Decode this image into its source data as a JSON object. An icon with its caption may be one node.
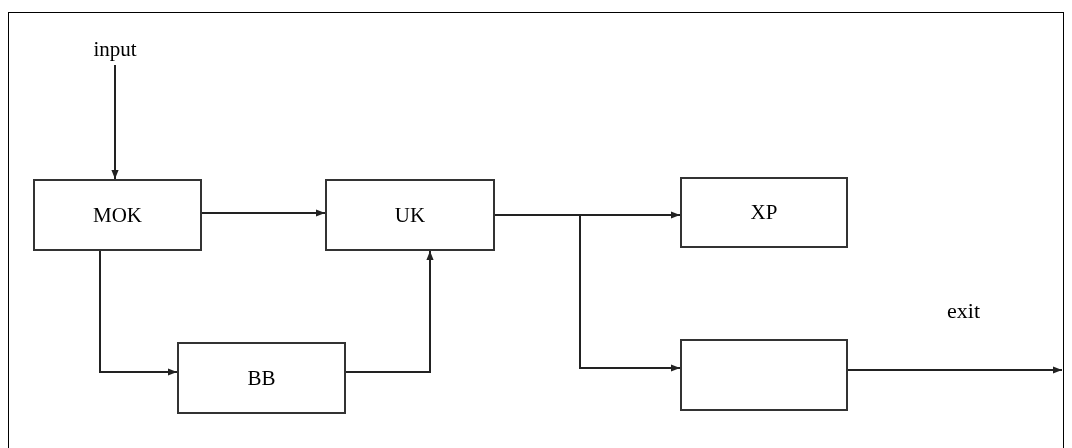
{
  "diagram": {
    "nodes": [
      {
        "text": [
          "input"
        ]
      },
      {
        "text": [
          "MOK"
        ]
      },
      {
        "text": [
          "UK"
        ]
      },
      {
        "text": [
          "XP"
        ]
      },
      {
        "text": [
          "BB"
        ]
      },
      {
        "text": [],
        "shape": "box"
      }
    ],
    "edges": [
      {
        "from": 0,
        "to": 1,
        "arrow": "to"
      },
      {
        "from": 1,
        "to": 2,
        "arrow": "to"
      },
      {
        "from": 1,
        "to": 4,
        "arrow": "to"
      },
      {
        "from": 4,
        "to": 2,
        "arrow": "to"
      },
      {
        "from": 2,
        "to": 3,
        "arrow": "to"
      },
      {
        "from": 2,
        "to": 5,
        "arrow": "to"
      },
      {
        "from": 5,
        "to": null,
        "arrow": "to",
        "label": "exit"
      }
    ]
  }
}
